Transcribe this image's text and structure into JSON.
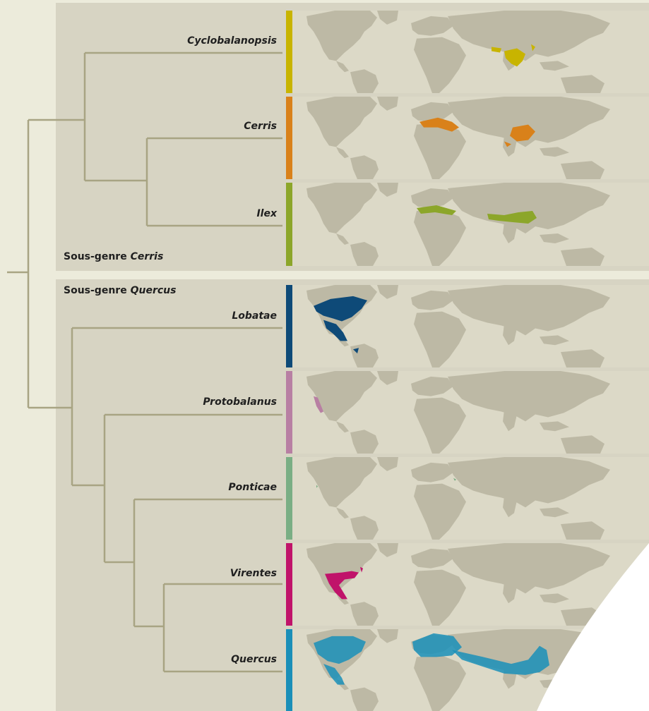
{
  "groups": {
    "cerris": {
      "prefix": "Sous-genre ",
      "name": "Cerris"
    },
    "quercus": {
      "prefix": "Sous-genre ",
      "name": "Quercus"
    }
  },
  "clades": [
    {
      "name": "Cyclobalanopsis",
      "color": "#c8b400"
    },
    {
      "name": "Cerris",
      "color": "#d9811a"
    },
    {
      "name": "Ilex",
      "color": "#8ca62a"
    },
    {
      "name": "Lobatae",
      "color": "#0e4a78"
    },
    {
      "name": "Protobalanus",
      "color": "#b87fa3"
    },
    {
      "name": "Ponticae",
      "color": "#7aae84"
    },
    {
      "name": "Virentes",
      "color": "#c0136a"
    },
    {
      "name": "Quercus",
      "color": "#1a8fb8"
    }
  ],
  "colors": {
    "background": "#ecebdb",
    "panel": "#d7d4c3",
    "tree_line": "#a8a483",
    "land": "#bdb9a5",
    "ocean": "#dcd9c7"
  }
}
